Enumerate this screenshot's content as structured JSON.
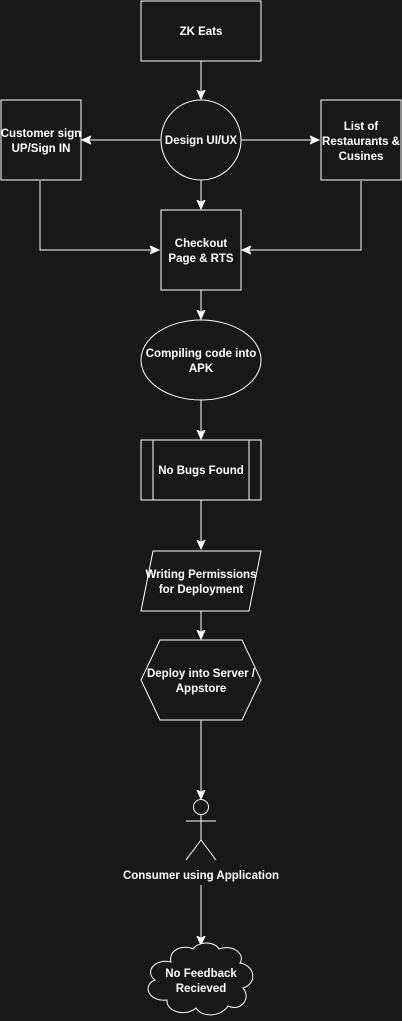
{
  "diagram": {
    "nodes": {
      "zk_eats": "ZK Eats",
      "design": "Design UI/UX",
      "customer_line1": "Customer sign",
      "customer_line2": "UP/Sign IN",
      "list_line1": "List of",
      "list_line2": "Restaurants &",
      "list_line3": "Cusines",
      "checkout_line1": "Checkout",
      "checkout_line2": "Page & RTS",
      "compile_line1": "Compiling code into",
      "compile_line2": "APK",
      "no_bugs": "No Bugs Found",
      "permissions_line1": "Writing Permissions",
      "permissions_line2": "for Deployment",
      "deploy_line1": "Deploy into Server /",
      "deploy_line2": "Appstore",
      "consumer": "Consumer using Application",
      "feedback_line1": "No Feedback",
      "feedback_line2": "Recieved"
    },
    "colors": {
      "background": "#181818",
      "stroke": "#ffffff",
      "text": "#ffffff"
    }
  }
}
